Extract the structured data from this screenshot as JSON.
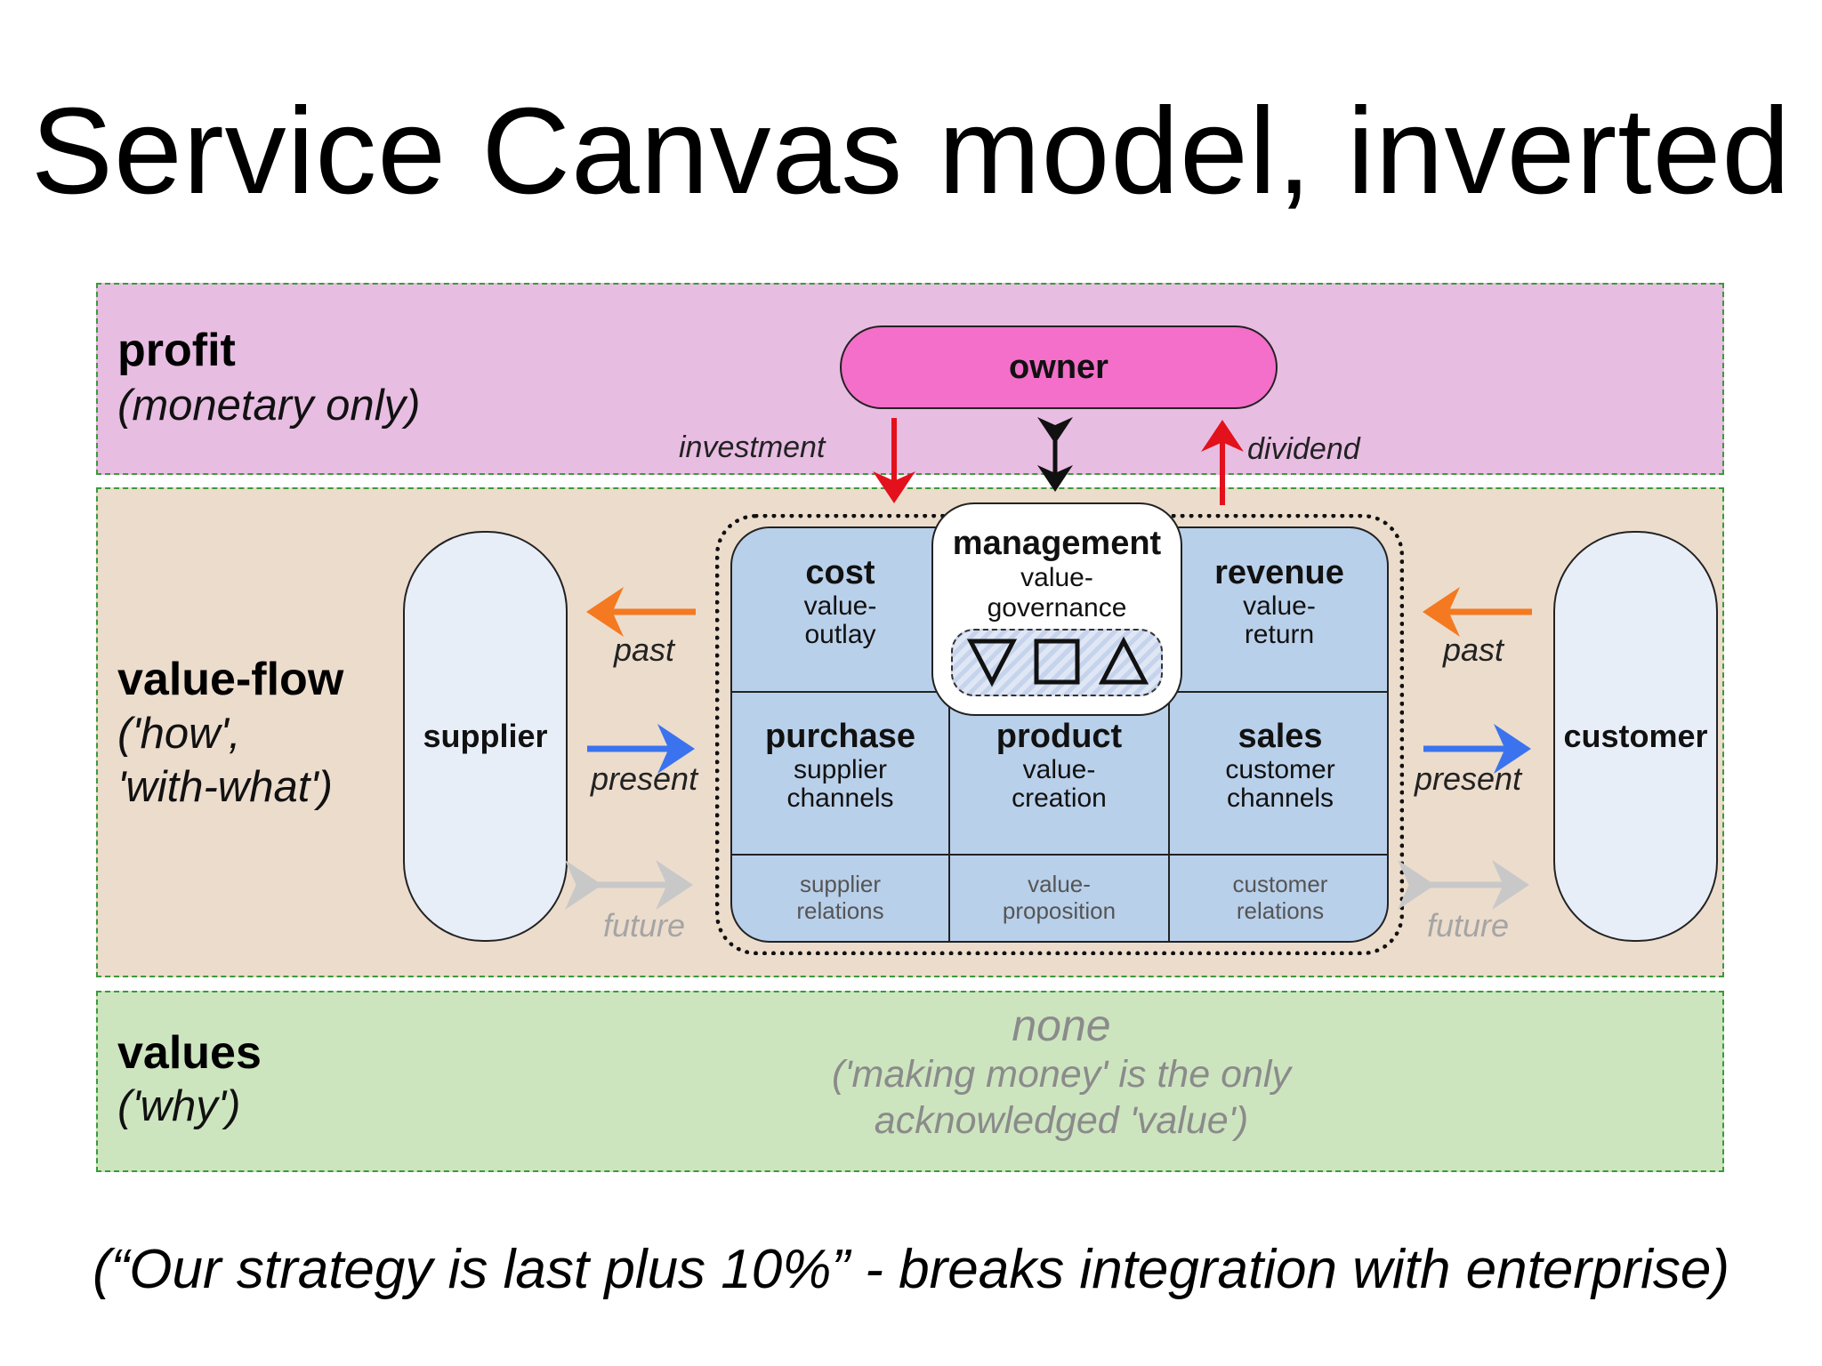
{
  "title": "Service Canvas model, inverted",
  "profit": {
    "title": "profit",
    "subtitle": "(monetary only)"
  },
  "value_flow": {
    "title": "value-flow",
    "subtitle_line1": "('how',",
    "subtitle_line2": "'with-what')"
  },
  "values": {
    "title": "values",
    "subtitle": "('why')"
  },
  "owner": {
    "label": "owner"
  },
  "owner_links": {
    "investment": "investment",
    "dividend": "dividend"
  },
  "supplier": {
    "label": "supplier"
  },
  "customer": {
    "label": "customer"
  },
  "flow_labels": {
    "past": "past",
    "present": "present",
    "future": "future"
  },
  "core": {
    "cost": {
      "title": "cost",
      "line1": "value-",
      "line2": "outlay"
    },
    "management": {
      "title": "management",
      "line1": "value-",
      "line2": "governance"
    },
    "revenue": {
      "title": "revenue",
      "line1": "value-",
      "line2": "return"
    },
    "purchase": {
      "title": "purchase",
      "line1": "supplier",
      "line2": "channels"
    },
    "product": {
      "title": "product",
      "line1": "value-",
      "line2": "creation"
    },
    "sales": {
      "title": "sales",
      "line1": "customer",
      "line2": "channels"
    },
    "supplier_relations": {
      "line1": "supplier",
      "line2": "relations"
    },
    "value_proposition": {
      "line1": "value-",
      "line2": "proposition"
    },
    "customer_relations": {
      "line1": "customer",
      "line2": "relations"
    }
  },
  "values_text": {
    "line1": "none",
    "line2": "('making money' is the only",
    "line3": "acknowledged 'value')"
  },
  "footer": "(“Our strategy is last plus 10%” - breaks integration with enterprise)",
  "colors": {
    "profit_band": "#e8bde2",
    "flow_band": "#ecdccc",
    "values_band": "#cde5bf",
    "owner": "#f36fc9",
    "core": "#b9d0ea",
    "past_arrow": "#f47920",
    "present_arrow": "#3b73ee",
    "future_arrow": "#c8c8c8",
    "money_arrow": "#e3111b"
  }
}
